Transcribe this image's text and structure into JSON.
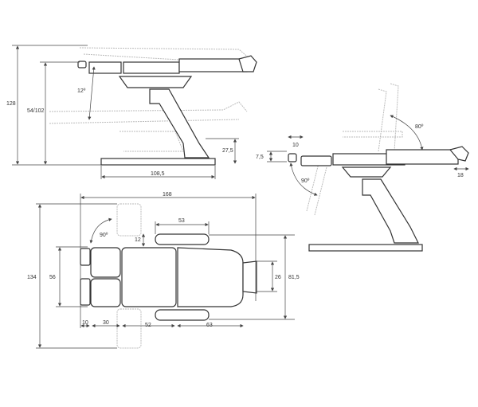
{
  "side_view": {
    "height_total": "128",
    "seat_height": "54/102",
    "tilt_angle": "12º",
    "base_height": "27,5",
    "base_length": "108,5"
  },
  "top_view": {
    "total_length": "168",
    "total_width": "134",
    "leg_width": "56",
    "leg_rotation": "90º",
    "armrest_length": "53",
    "armrest_offset": "12",
    "headrest_width": "26",
    "width_with_armrests": "81,5",
    "footrest": "10",
    "leg_section": "30",
    "seat_section": "52",
    "back_section": "63"
  },
  "right_view": {
    "back_angle": "80º",
    "footrest_shift": "10",
    "footrest_height": "7,5",
    "leg_angle": "90º",
    "headrest_shift": "18"
  }
}
